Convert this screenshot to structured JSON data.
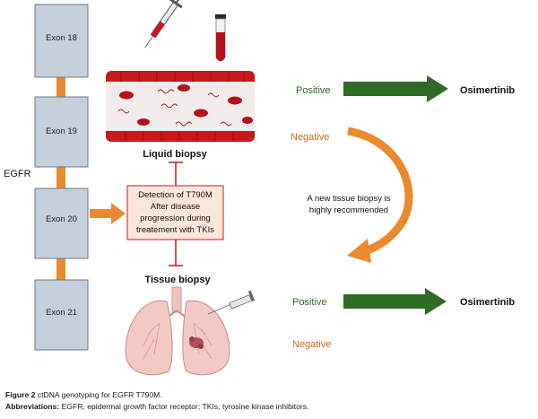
{
  "diagram": {
    "gene_label": "EGFR",
    "exons": [
      "Exon 18",
      "Exon 19",
      "Exon 20",
      "Exon 21"
    ],
    "liquid_biopsy_label": "Liquid biopsy",
    "tissue_biopsy_label": "Tissue biopsy",
    "detection_box_lines": [
      "Detection of T790M",
      "After disease",
      "progression during",
      "treatement with TKIs"
    ],
    "upper_outcome": {
      "positive": "Positive",
      "negative": "Negative",
      "drug": "Osimertinib"
    },
    "lower_outcome": {
      "positive": "Positive",
      "negative": "Negative",
      "drug": "Osimertinib"
    },
    "recommendation_lines": [
      "A new tissue biopsy is",
      "highly recommended"
    ],
    "colors": {
      "exon_fill": "#c6d0dc",
      "exon_stroke": "#6b7787",
      "connector": "#e88b2f",
      "orange_arrow": "#ea8a2c",
      "green_arrow": "#2e6b25",
      "vessel_red": "#c8171d",
      "box_fill": "#fde7dc",
      "box_stroke": "#c8171d",
      "lung_fill": "#f3c9c5"
    }
  },
  "caption": {
    "figure_label": "Figure 2",
    "figure_text": "ctDNA genotyping for EGFR T790M.",
    "abbrev_label": "Abbreviations:",
    "abbrev_text": "EGFR, epidermal growth factor receptor; TKIs, tyrosine kinase inhibitors."
  }
}
